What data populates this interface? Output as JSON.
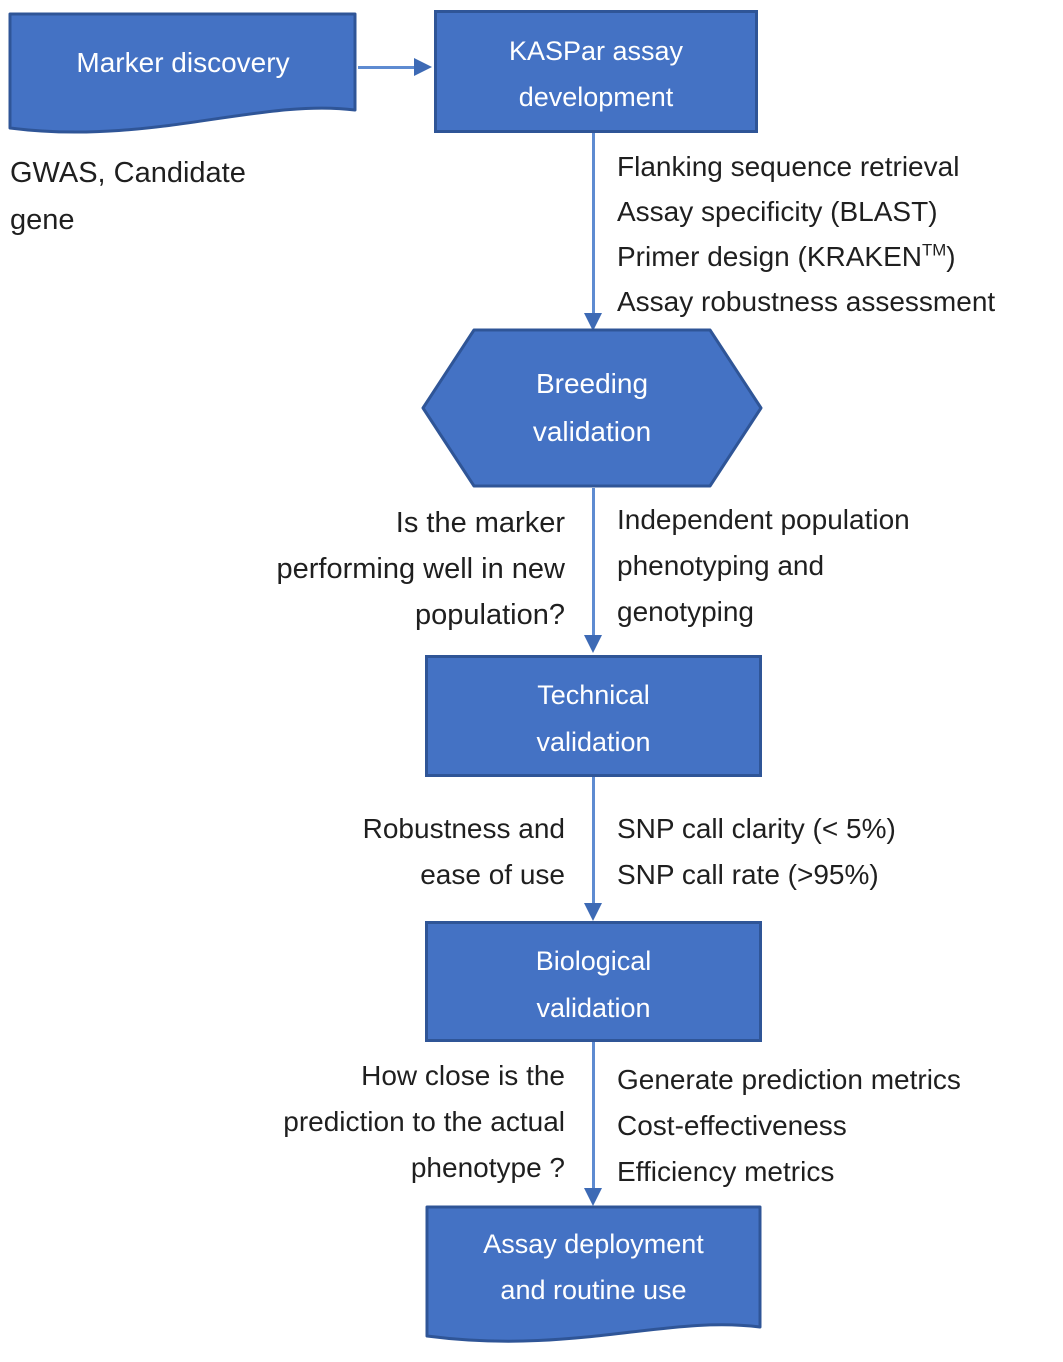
{
  "palette": {
    "shape_fill": "#4472C4",
    "shape_border": "#2F5597",
    "arrow_line": "#5E8BD1",
    "arrow_head": "#3D6AB5",
    "text_dark": "#1F1F1F",
    "text_light": "#FFFFFF"
  },
  "nodes": {
    "marker_discovery": {
      "shape": "document",
      "lines": [
        "Marker discovery"
      ]
    },
    "kaspar": {
      "shape": "rectangle",
      "lines": [
        "KASPar assay",
        "development"
      ]
    },
    "breeding": {
      "shape": "hexagon",
      "lines": [
        "Breeding",
        "validation"
      ]
    },
    "technical": {
      "shape": "rectangle",
      "lines": [
        "Technical",
        "validation"
      ]
    },
    "biological": {
      "shape": "rectangle",
      "lines": [
        "Biological",
        "validation"
      ]
    },
    "deployment": {
      "shape": "document",
      "lines": [
        "Assay deployment",
        "and routine use"
      ]
    }
  },
  "annotations": {
    "marker_source": {
      "lines": [
        "GWAS, Candidate",
        "gene"
      ]
    },
    "kaspar_steps": {
      "lines": [
        "Flanking sequence retrieval",
        "Assay specificity (BLAST)"
      ],
      "kraken": {
        "prefix": "Primer design (KRAKEN",
        "sup": "TM",
        "suffix": ")"
      },
      "last_line": "Assay robustness assessment"
    },
    "breeding_question": {
      "lines": [
        "Is the marker",
        "performing well in new",
        "population?"
      ]
    },
    "breeding_steps": {
      "lines": [
        "Independent population",
        "phenotyping and",
        "genotyping"
      ]
    },
    "technical_question": {
      "lines": [
        "Robustness and",
        "ease of use"
      ]
    },
    "technical_steps": {
      "lines": [
        "SNP call clarity (< 5%)",
        "SNP call rate (>95%)"
      ]
    },
    "biological_question": {
      "lines": [
        "How close is the",
        "prediction to the actual",
        "phenotype ?"
      ]
    },
    "biological_steps": {
      "lines": [
        "Generate prediction metrics",
        "Cost-effectiveness",
        "Efficiency metrics"
      ]
    }
  }
}
